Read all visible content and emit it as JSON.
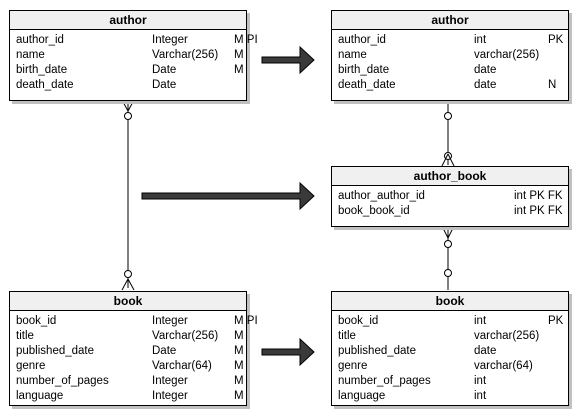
{
  "colors": {
    "line": "#000000",
    "arrow_fill": "#3a3a3a",
    "title_bg": "#f0f0f0",
    "shadow": "#c0c0c0"
  },
  "left": {
    "author": {
      "title": "author",
      "rows": [
        {
          "name": "author_id",
          "type": "Integer",
          "flags": "M PI"
        },
        {
          "name": "name",
          "type": "Varchar(256)",
          "flags": "M"
        },
        {
          "name": "birth_date",
          "type": "Date",
          "flags": "M"
        },
        {
          "name": "death_date",
          "type": "Date",
          "flags": ""
        }
      ]
    },
    "book": {
      "title": "book",
      "rows": [
        {
          "name": "book_id",
          "type": "Integer",
          "flags": "M PI"
        },
        {
          "name": "title",
          "type": "Varchar(256)",
          "flags": "M"
        },
        {
          "name": "published_date",
          "type": "Date",
          "flags": "M"
        },
        {
          "name": "genre",
          "type": "Varchar(64)",
          "flags": "M"
        },
        {
          "name": "number_of_pages",
          "type": "Integer",
          "flags": "M"
        },
        {
          "name": "language",
          "type": "Integer",
          "flags": "M"
        }
      ]
    }
  },
  "right": {
    "author": {
      "title": "author",
      "rows": [
        {
          "name": "author_id",
          "type": "int",
          "flags": "PK"
        },
        {
          "name": "name",
          "type": "varchar(256)",
          "flags": ""
        },
        {
          "name": "birth_date",
          "type": "date",
          "flags": ""
        },
        {
          "name": "death_date",
          "type": "date",
          "flags": "N"
        }
      ]
    },
    "author_book": {
      "title": "author_book",
      "rows": [
        {
          "name": "author_author_id",
          "type": "int PK FK",
          "flags": ""
        },
        {
          "name": "book_book_id",
          "type": "int PK FK",
          "flags": ""
        }
      ]
    },
    "book": {
      "title": "book",
      "rows": [
        {
          "name": "book_id",
          "type": "int",
          "flags": "PK"
        },
        {
          "name": "title",
          "type": "varchar(256)",
          "flags": ""
        },
        {
          "name": "published_date",
          "type": "date",
          "flags": ""
        },
        {
          "name": "genre",
          "type": "varchar(64)",
          "flags": ""
        },
        {
          "name": "number_of_pages",
          "type": "int",
          "flags": ""
        },
        {
          "name": "language",
          "type": "int",
          "flags": ""
        }
      ]
    }
  }
}
